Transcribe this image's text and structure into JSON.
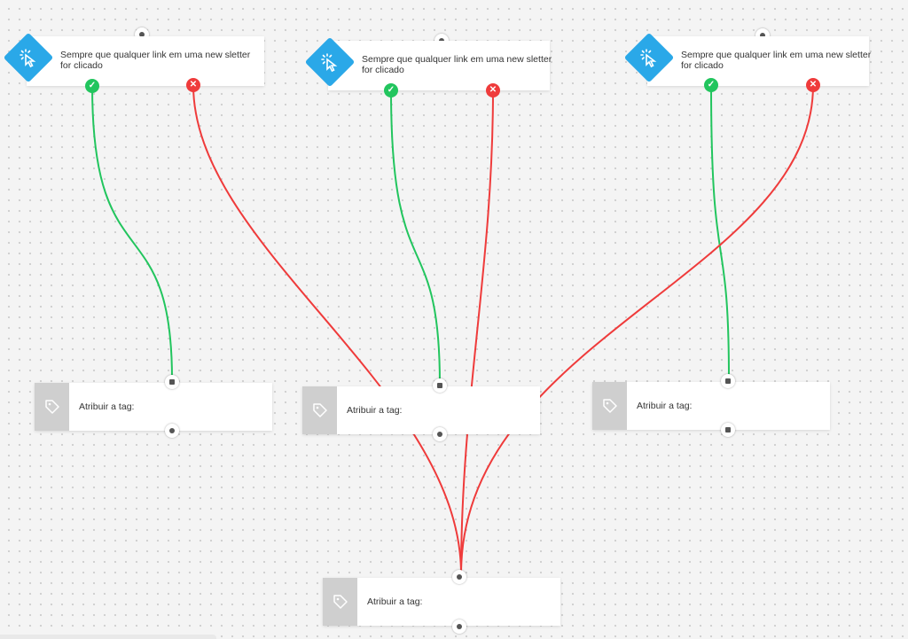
{
  "triggers": [
    {
      "text": "Sempre que qualquer link em uma new sletter for clicado",
      "icon": "cursor-click-icon"
    },
    {
      "text": "Sempre que qualquer link em uma new sletter for clicado",
      "icon": "cursor-click-icon"
    },
    {
      "text": "Sempre que qualquer link em uma new sletter for clicado",
      "icon": "cursor-click-icon"
    }
  ],
  "actions": [
    {
      "label": "Atribuir a tag:",
      "icon": "tag-icon"
    },
    {
      "label": "Atribuir a tag:",
      "icon": "tag-icon"
    },
    {
      "label": "Atribuir a tag:",
      "icon": "tag-icon"
    },
    {
      "label": "Atribuir a tag:",
      "icon": "tag-icon"
    }
  ],
  "branches": {
    "yes_icon": "check-icon",
    "no_icon": "x-icon"
  },
  "connections": [
    {
      "from": "trigger-1",
      "branch": "yes",
      "to": "action-1"
    },
    {
      "from": "trigger-1",
      "branch": "no",
      "to": "action-4"
    },
    {
      "from": "trigger-2",
      "branch": "yes",
      "to": "action-2"
    },
    {
      "from": "trigger-2",
      "branch": "no",
      "to": "action-4"
    },
    {
      "from": "trigger-3",
      "branch": "yes",
      "to": "action-3"
    },
    {
      "from": "trigger-3",
      "branch": "no",
      "to": "action-4"
    }
  ],
  "colors": {
    "yes": "#22c55e",
    "no": "#ef3b3b",
    "trigger_accent": "#2aa8e8",
    "action_side": "#cfcfcf"
  }
}
